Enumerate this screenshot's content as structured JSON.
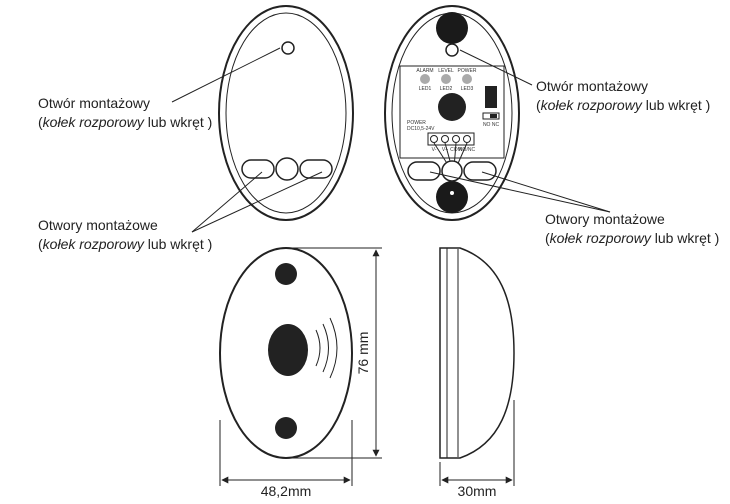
{
  "labels": {
    "left_hole": {
      "title": "Otwór montażowy",
      "paren_open": "(",
      "italic": "kołek rozporowy",
      "rest": " lub wkręt )"
    },
    "left_holes": {
      "title": "Otwory montażowe",
      "paren_open": "(",
      "italic": "kołek rozporowy",
      "rest": " lub wkręt )"
    },
    "right_hole": {
      "title": "Otwór montażowy",
      "paren_open": "(",
      "italic": "kołek rozporowy",
      "rest": " lub wkręt )"
    },
    "right_holes": {
      "title": "Otwory montażowe",
      "paren_open": "(",
      "italic": "kołek rozporowy",
      "rest": " lub wkręt )"
    }
  },
  "pcb": {
    "leds": [
      {
        "top": "ALARM",
        "bottom": "LED1"
      },
      {
        "top": "LEVEL",
        "bottom": "LED2"
      },
      {
        "top": "POWER",
        "bottom": "LED3"
      }
    ],
    "power_label": "POWER",
    "power_voltage": "DC10,5-24V",
    "switch_label": "NO NC",
    "terminals": [
      "V-",
      "V+",
      "COM",
      "NO/NC"
    ]
  },
  "dimensions": {
    "height": "76 mm",
    "width": "48,2mm",
    "depth": "30mm"
  }
}
